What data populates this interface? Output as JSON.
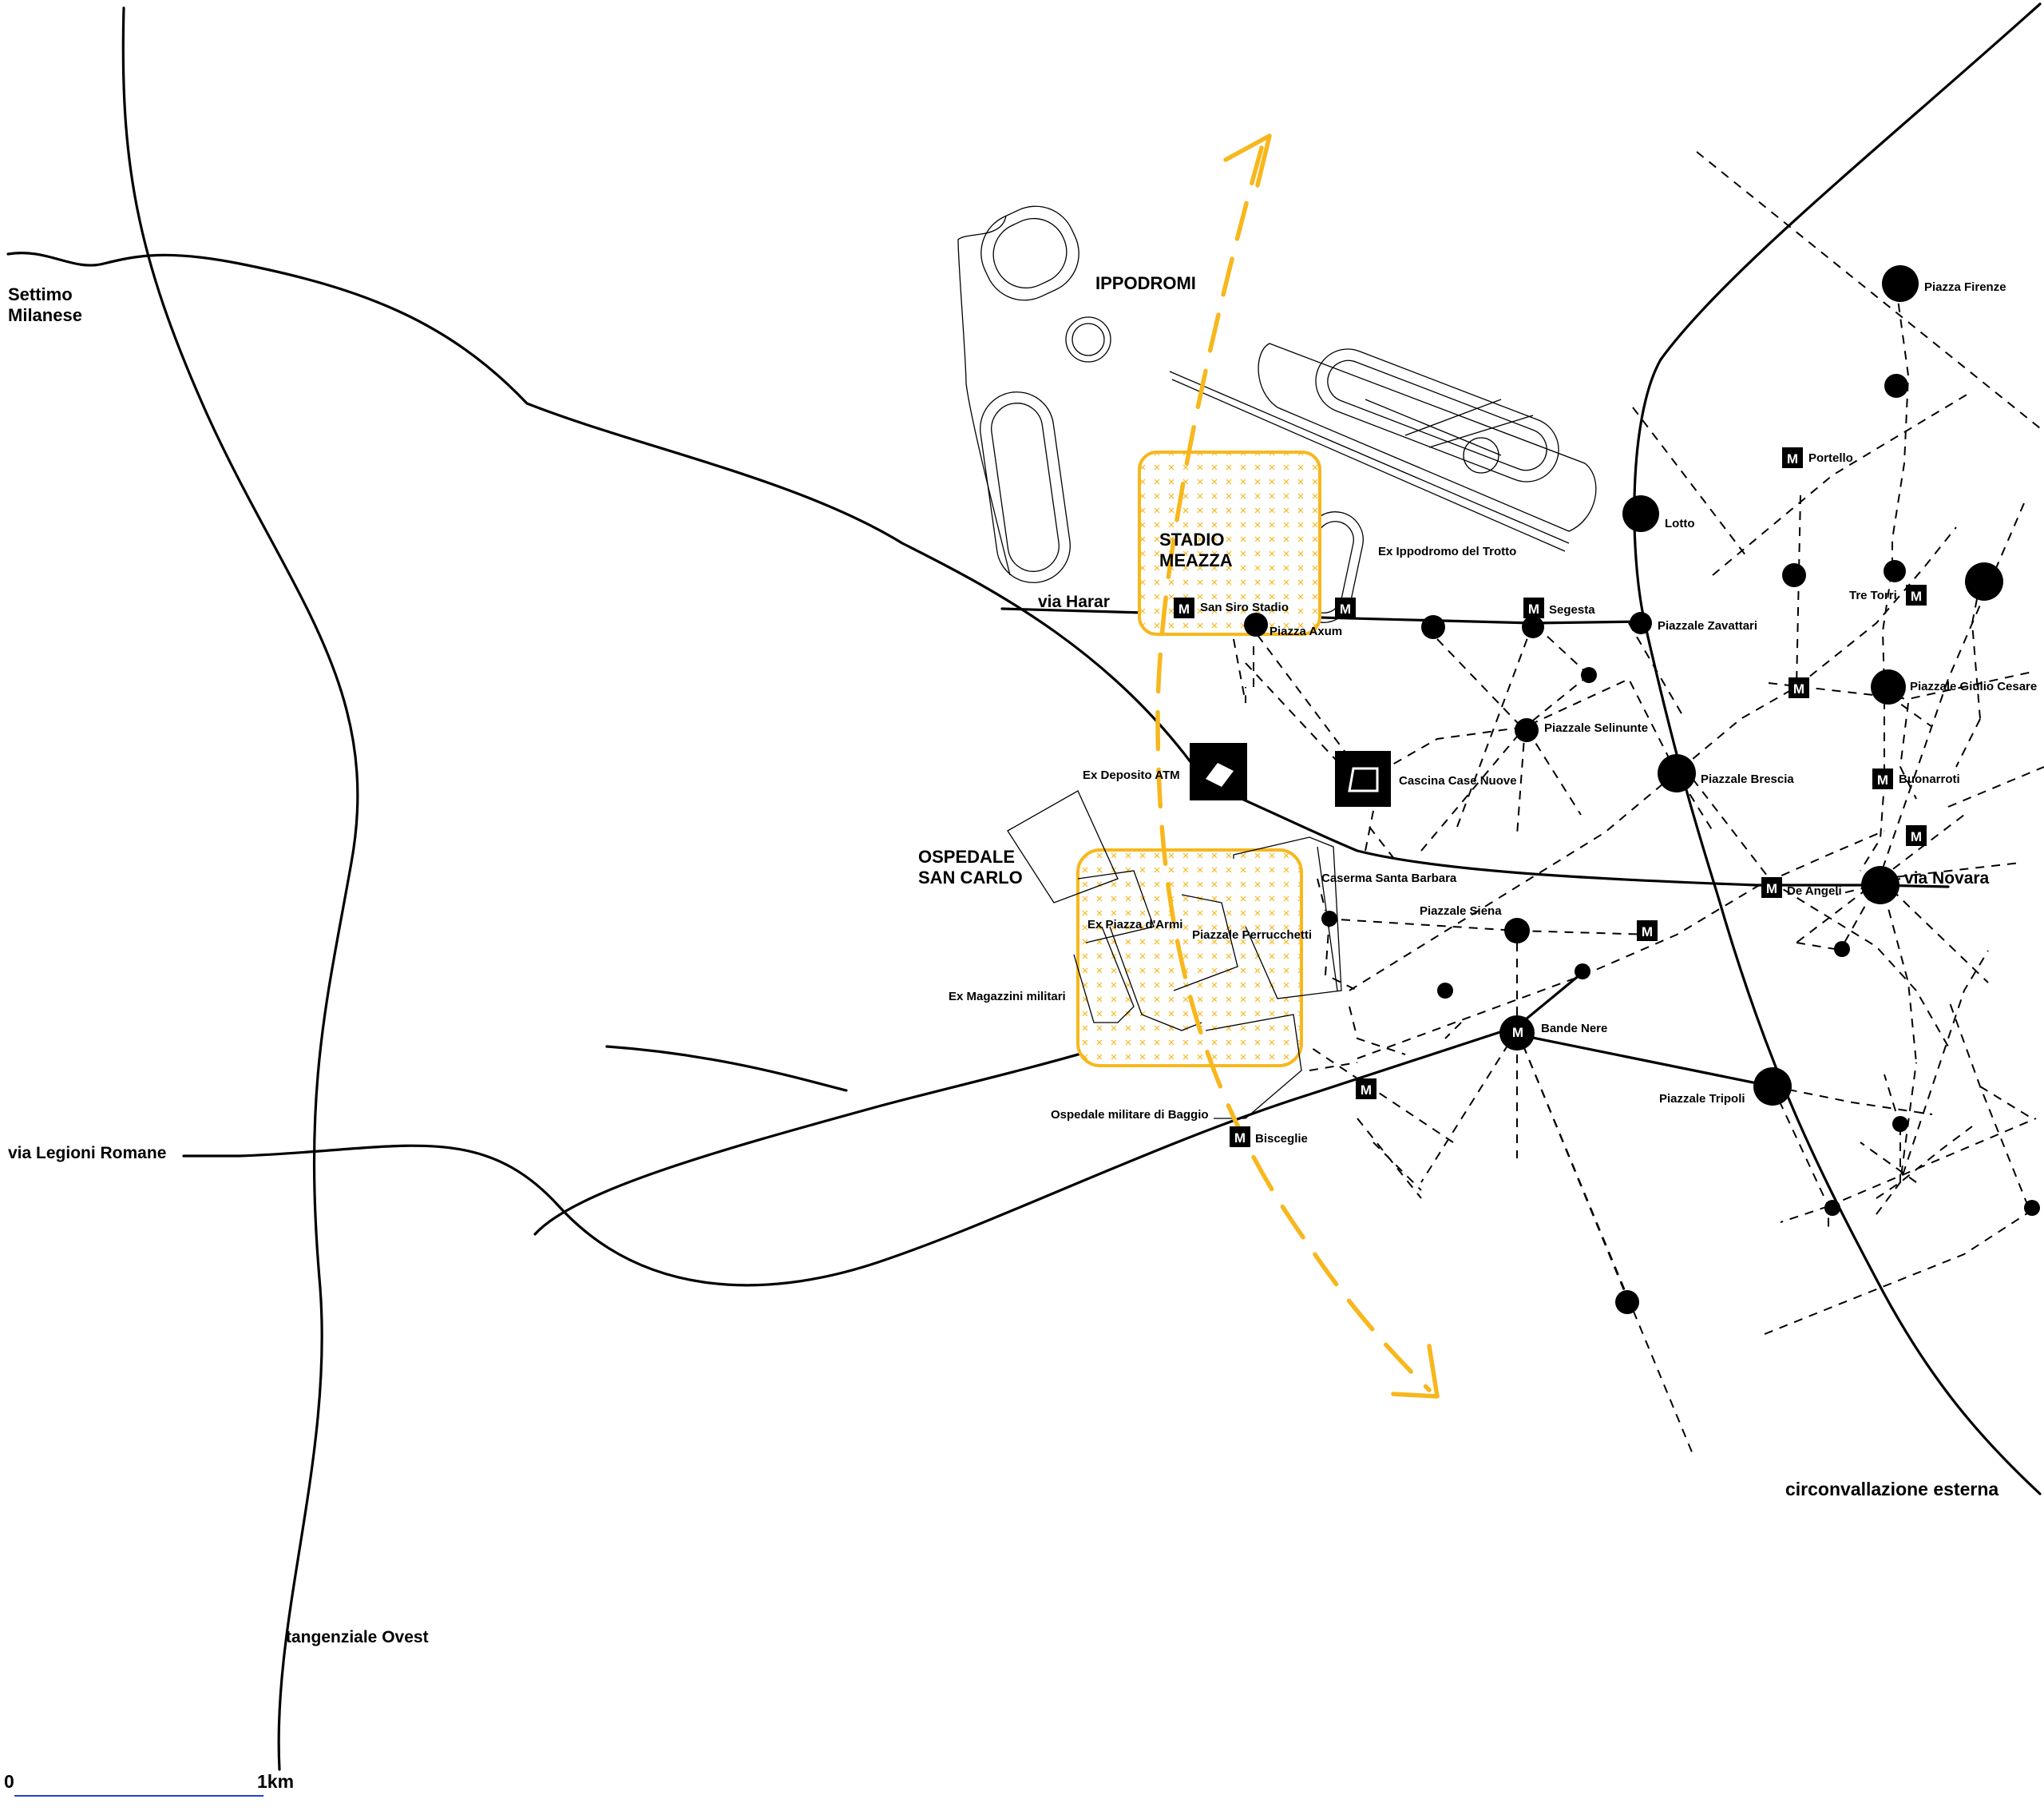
{
  "colors": {
    "accent": "#f7b71d",
    "ink": "#000000",
    "scale_bar": "#1f3fd0"
  },
  "metro_icon": "M",
  "labels": {
    "settimo": [
      "Settimo",
      "Milanese"
    ],
    "ippodromi": "IPPODROMI",
    "stadio": [
      "STADIO",
      "MEAZZA"
    ],
    "ex_ippodromo": "Ex Ippodromo del Trotto",
    "via_harar": "via Harar",
    "san_siro_stadio": "San Siro Stadio",
    "piazza_axum": "Piazza Axum",
    "segesta": "Segesta",
    "lotto": "Lotto",
    "piazzale_zavattari": "Piazzale Zavattari",
    "piazza_firenze": "Piazza Firenze",
    "portello": "Portello",
    "tre_torri": "Tre Torri",
    "piazzale_giulio_cesare": "Piazzale Giulio Cesare",
    "piazzale_selinunte": "Piazzale Selinunte",
    "ex_deposito_atm": "Ex Deposito ATM",
    "cascina_case_nuove": "Cascina Case Nuove",
    "piazzale_brescia": "Piazzale Brescia",
    "buonarroti": "Buonarroti",
    "ospedale": [
      "OSPEDALE",
      "SAN CARLO"
    ],
    "caserma_santa_barbara": "Caserma Santa Barbara",
    "de_angeli": "De Angeli",
    "via_novara": "via Novara",
    "piazzale_siena": "Piazzale Siena",
    "ex_piazza_darmi": "Ex Piazza d'Armi",
    "piazzale_perrucchetti": "Piazzale Perrucchetti",
    "ex_magazzini_militari": "Ex Magazzini militari",
    "bande_nere": "Bande Nere",
    "piazzale_tripoli": "Piazzale Tripoli",
    "ospedale_militare_baggio": "Ospedale militare di Baggio",
    "bisceglie": "Bisceglie",
    "via_legioni_romane": "via Legioni Romane",
    "circonvallazione_esterna": "circonvallazione esterna",
    "tangenziale_ovest": "tangenziale Ovest"
  },
  "scale": {
    "start": "0",
    "end": "1km"
  }
}
